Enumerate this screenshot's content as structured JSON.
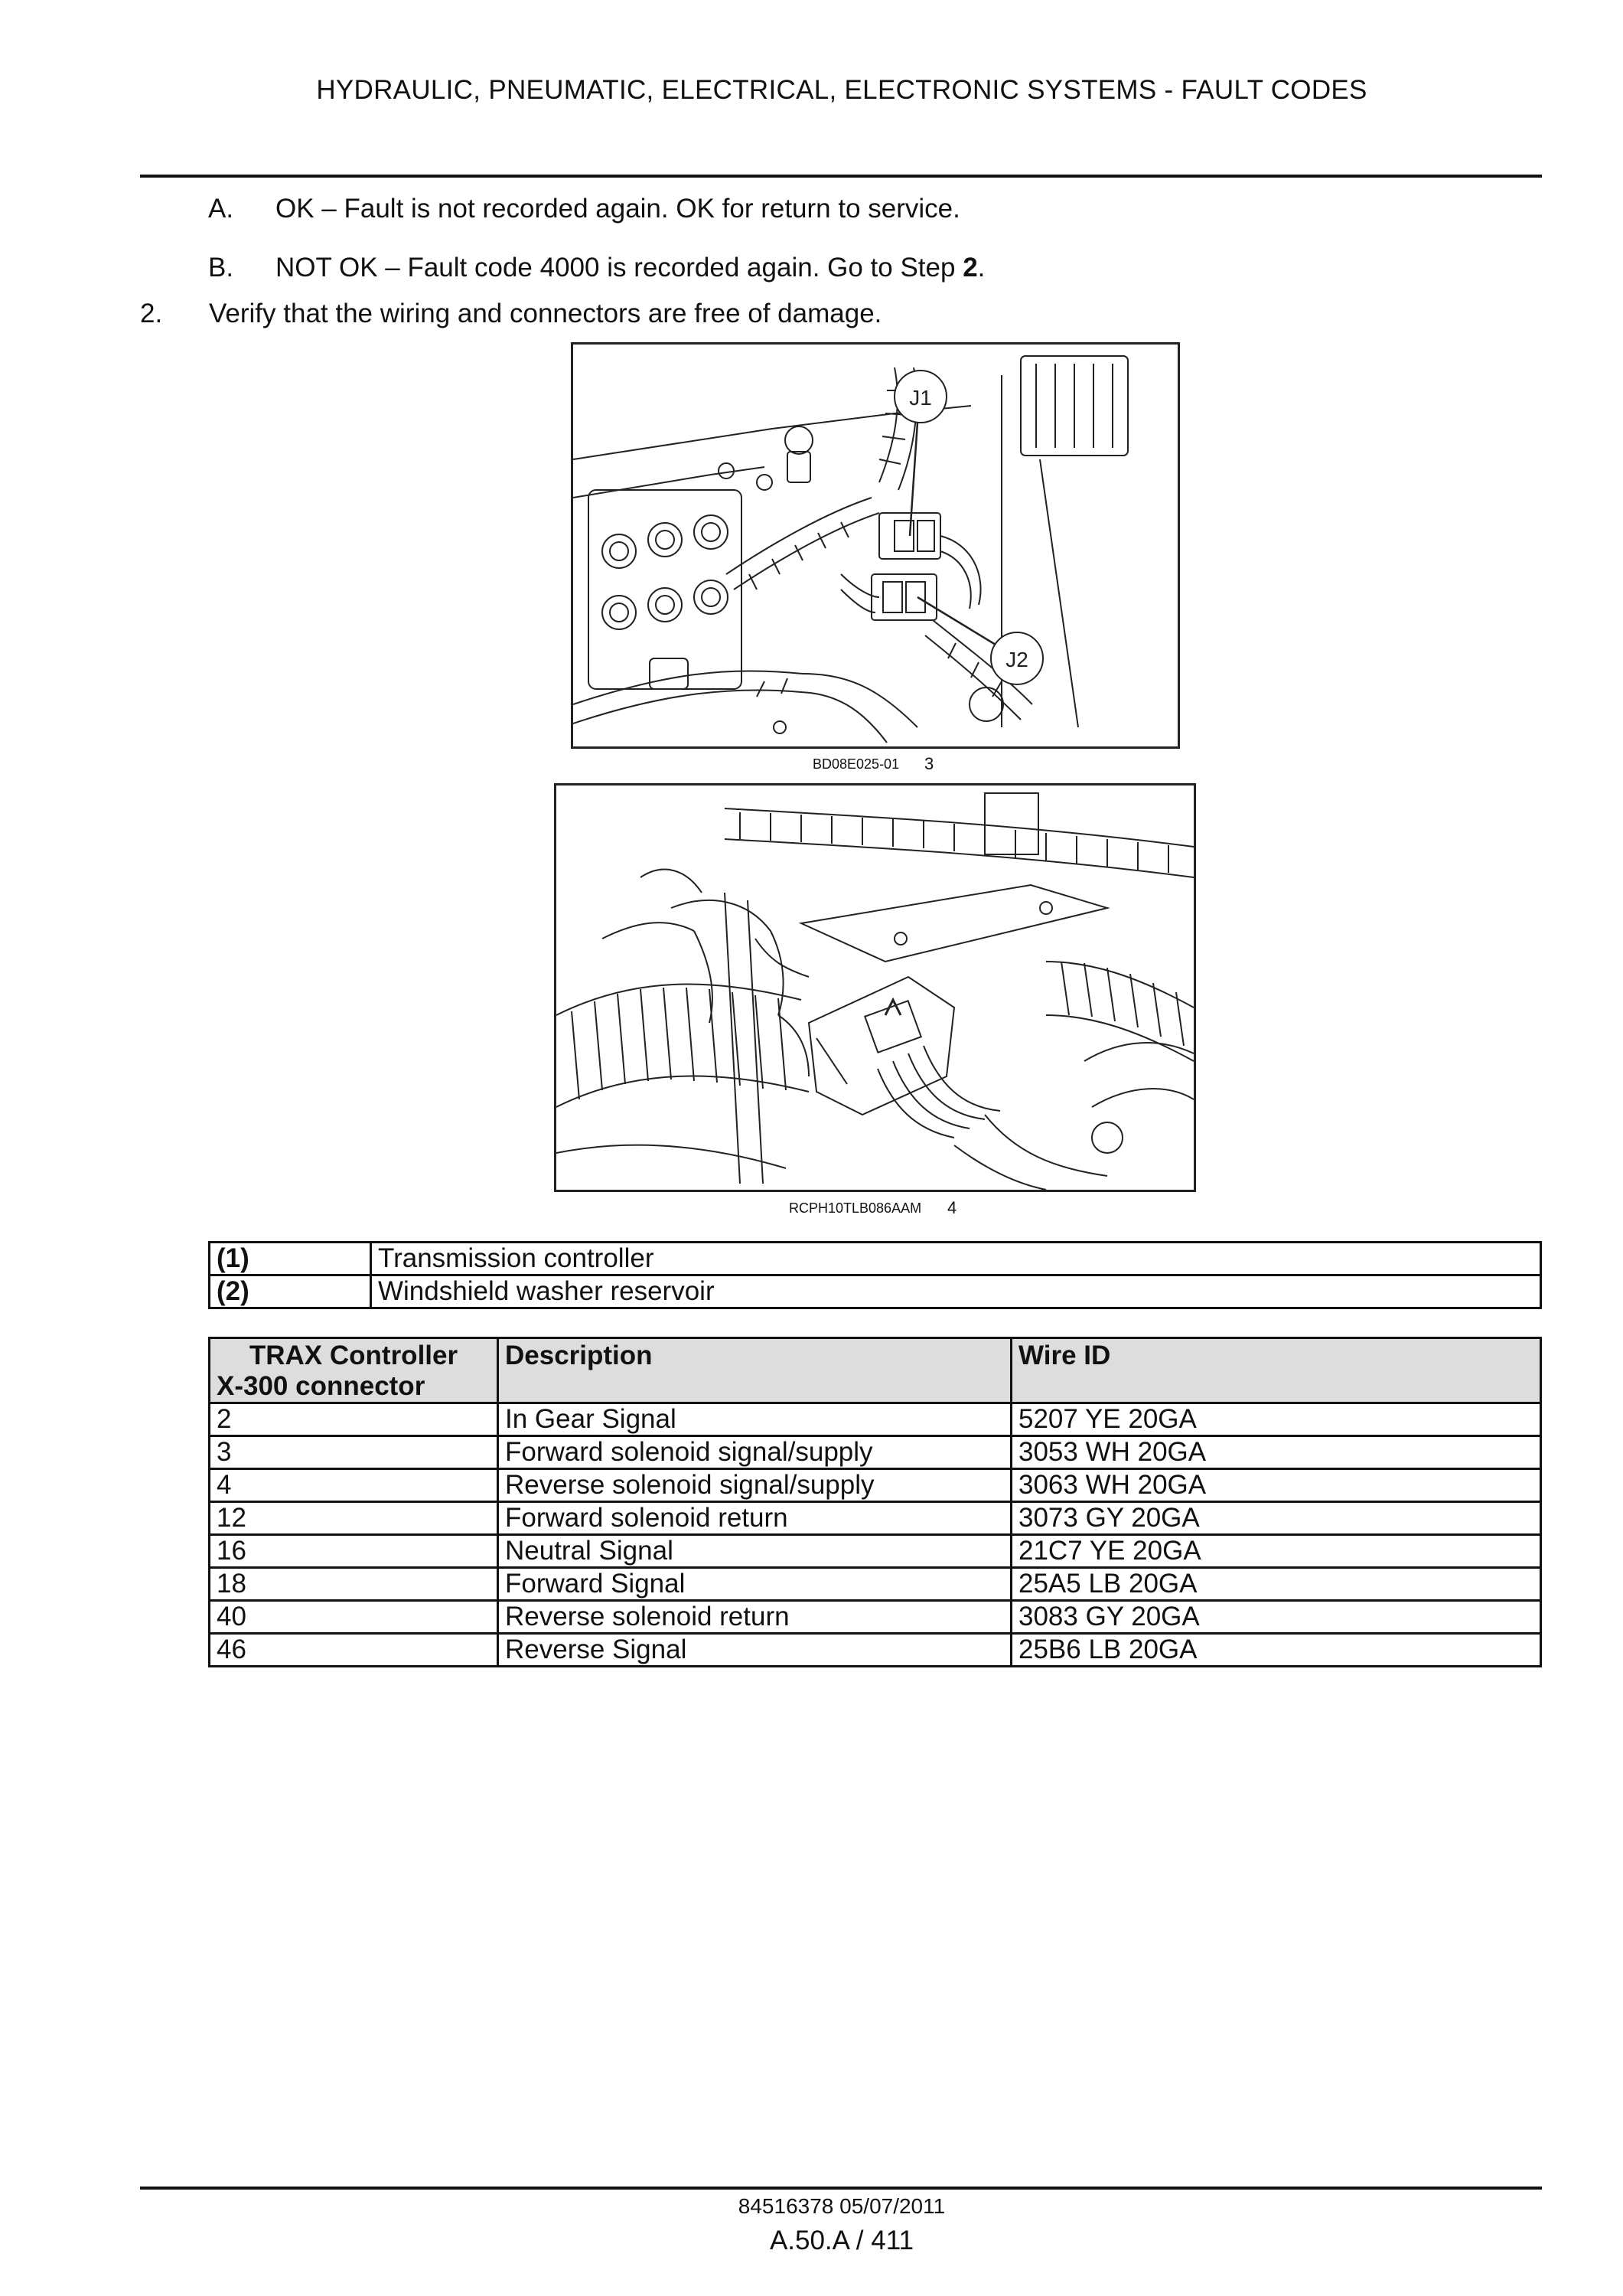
{
  "header": {
    "title": "HYDRAULIC, PNEUMATIC, ELECTRICAL, ELECTRONIC SYSTEMS - FAULT CODES"
  },
  "steps": {
    "sub_a": {
      "mark": "A.",
      "text": "OK – Fault is not recorded again. OK for return to service."
    },
    "sub_b": {
      "mark": "B.",
      "text_before": "NOT OK – Fault code 4000 is recorded again. Go to Step ",
      "step_ref": "2",
      "text_after": "."
    },
    "step_2": {
      "mark": "2.",
      "text": "Verify that the wiring and connectors are free of damage."
    }
  },
  "figures": {
    "fig3": {
      "callout_1": "J1",
      "callout_2": "J2",
      "code": "BD08E025-01",
      "number": "3"
    },
    "fig4": {
      "code": "RCPH10TLB086AAM",
      "number": "4"
    }
  },
  "legend": [
    {
      "key": "(1)",
      "label": "Transmission controller"
    },
    {
      "key": "(2)",
      "label": "Windshield washer reservoir"
    }
  ],
  "wire_table": {
    "headers": {
      "col1_line1": "TRAX Controller",
      "col1_line2": "X-300 connector",
      "col2": "Description",
      "col3": "Wire ID"
    },
    "rows": [
      {
        "pin": "2",
        "description": "In Gear Signal",
        "wire_id": "5207 YE 20GA"
      },
      {
        "pin": "3",
        "description": "Forward solenoid signal/supply",
        "wire_id": "3053 WH 20GA"
      },
      {
        "pin": "4",
        "description": "Reverse solenoid signal/supply",
        "wire_id": "3063 WH 20GA"
      },
      {
        "pin": "12",
        "description": "Forward solenoid return",
        "wire_id": "3073 GY 20GA"
      },
      {
        "pin": "16",
        "description": "Neutral Signal",
        "wire_id": "21C7 YE 20GA"
      },
      {
        "pin": "18",
        "description": "Forward Signal",
        "wire_id": "25A5 LB 20GA"
      },
      {
        "pin": "40",
        "description": "Reverse solenoid return",
        "wire_id": "3083 GY 20GA"
      },
      {
        "pin": "46",
        "description": "Reverse Signal",
        "wire_id": "25B6 LB 20GA"
      }
    ]
  },
  "footer": {
    "doc_id": "84516378 05/07/2011",
    "page": "A.50.A / 411"
  }
}
